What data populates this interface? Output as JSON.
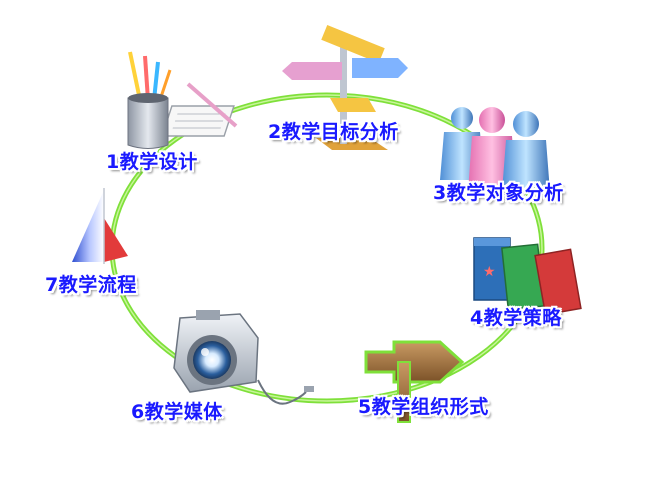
{
  "steps": [
    {
      "label": "1教学设计",
      "icon": "pencil-cup-notebook-icon"
    },
    {
      "label": "2教学目标分析",
      "icon": "signpost-icon"
    },
    {
      "label": "3教学对象分析",
      "icon": "people-icon"
    },
    {
      "label": "4教学策略",
      "icon": "books-icon"
    },
    {
      "label": "5教学组织形式",
      "icon": "arrow-sign-icon"
    },
    {
      "label": "6教学媒体",
      "icon": "camera-icon"
    },
    {
      "label": "7教学流程",
      "icon": "sail-icon"
    }
  ],
  "colors": {
    "label_text": "#1a1aff",
    "cycle_ring": "#7fe03a",
    "cycle_ring_inner": "#c8f59a"
  }
}
